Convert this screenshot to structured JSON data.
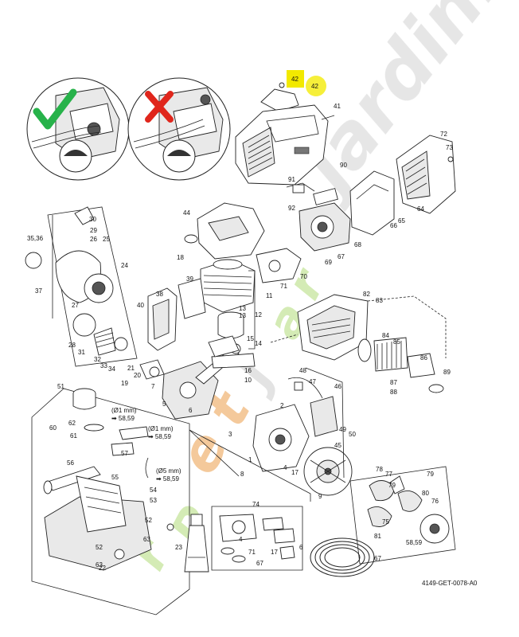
{
  "diagram_code": "4149-GET-0078-A0",
  "highlight_labels": [
    "42",
    "42"
  ],
  "watermark_text": "jardin.com",
  "colors": {
    "highlight_square": "#f2e900",
    "highlight_circle": "#f6ef3a",
    "watermark_orange": "#f2c08a",
    "watermark_green": "#cde8a8",
    "watermark_grey": "#dedede",
    "check_green": "#27b24a",
    "cross_red": "#e0261c"
  },
  "icons": [
    "check-mark-icon",
    "cross-mark-icon"
  ],
  "notes": {
    "o_ring_1": "(Ø1 mm)",
    "o_ring_1_ref": "➡ 58,59",
    "o_ring_2": "(Ø1 mm)",
    "o_ring_2_ref": "➡ 58,59",
    "o_ring_3": "(Ø5 mm)",
    "o_ring_3_ref": "➡ 58,59"
  },
  "part_labels": [
    "41",
    "72",
    "73",
    "90",
    "91",
    "92",
    "65",
    "64",
    "66",
    "68",
    "67",
    "69",
    "70",
    "71",
    "44",
    "18",
    "30",
    "29",
    "26",
    "25",
    "35,36",
    "24",
    "37",
    "27",
    "28",
    "31",
    "32",
    "33",
    "34",
    "38",
    "39",
    "40",
    "11",
    "13",
    "13",
    "12",
    "15",
    "14",
    "16",
    "10",
    "20",
    "21",
    "19",
    "7",
    "82",
    "83",
    "84",
    "85",
    "86",
    "87",
    "88",
    "89",
    "48",
    "47",
    "46",
    "2",
    "3",
    "1",
    "4",
    "17",
    "45",
    "49",
    "50",
    "5",
    "6",
    "9",
    "8",
    "51",
    "60",
    "62",
    "61",
    "57",
    "56",
    "55",
    "54",
    "53",
    "52",
    "52",
    "63",
    "63",
    "22",
    "23",
    "74",
    "79",
    "78",
    "77",
    "79",
    "80",
    "76",
    "75",
    "81",
    "58,59",
    "67",
    "6",
    "4",
    "71",
    "67",
    "17"
  ]
}
